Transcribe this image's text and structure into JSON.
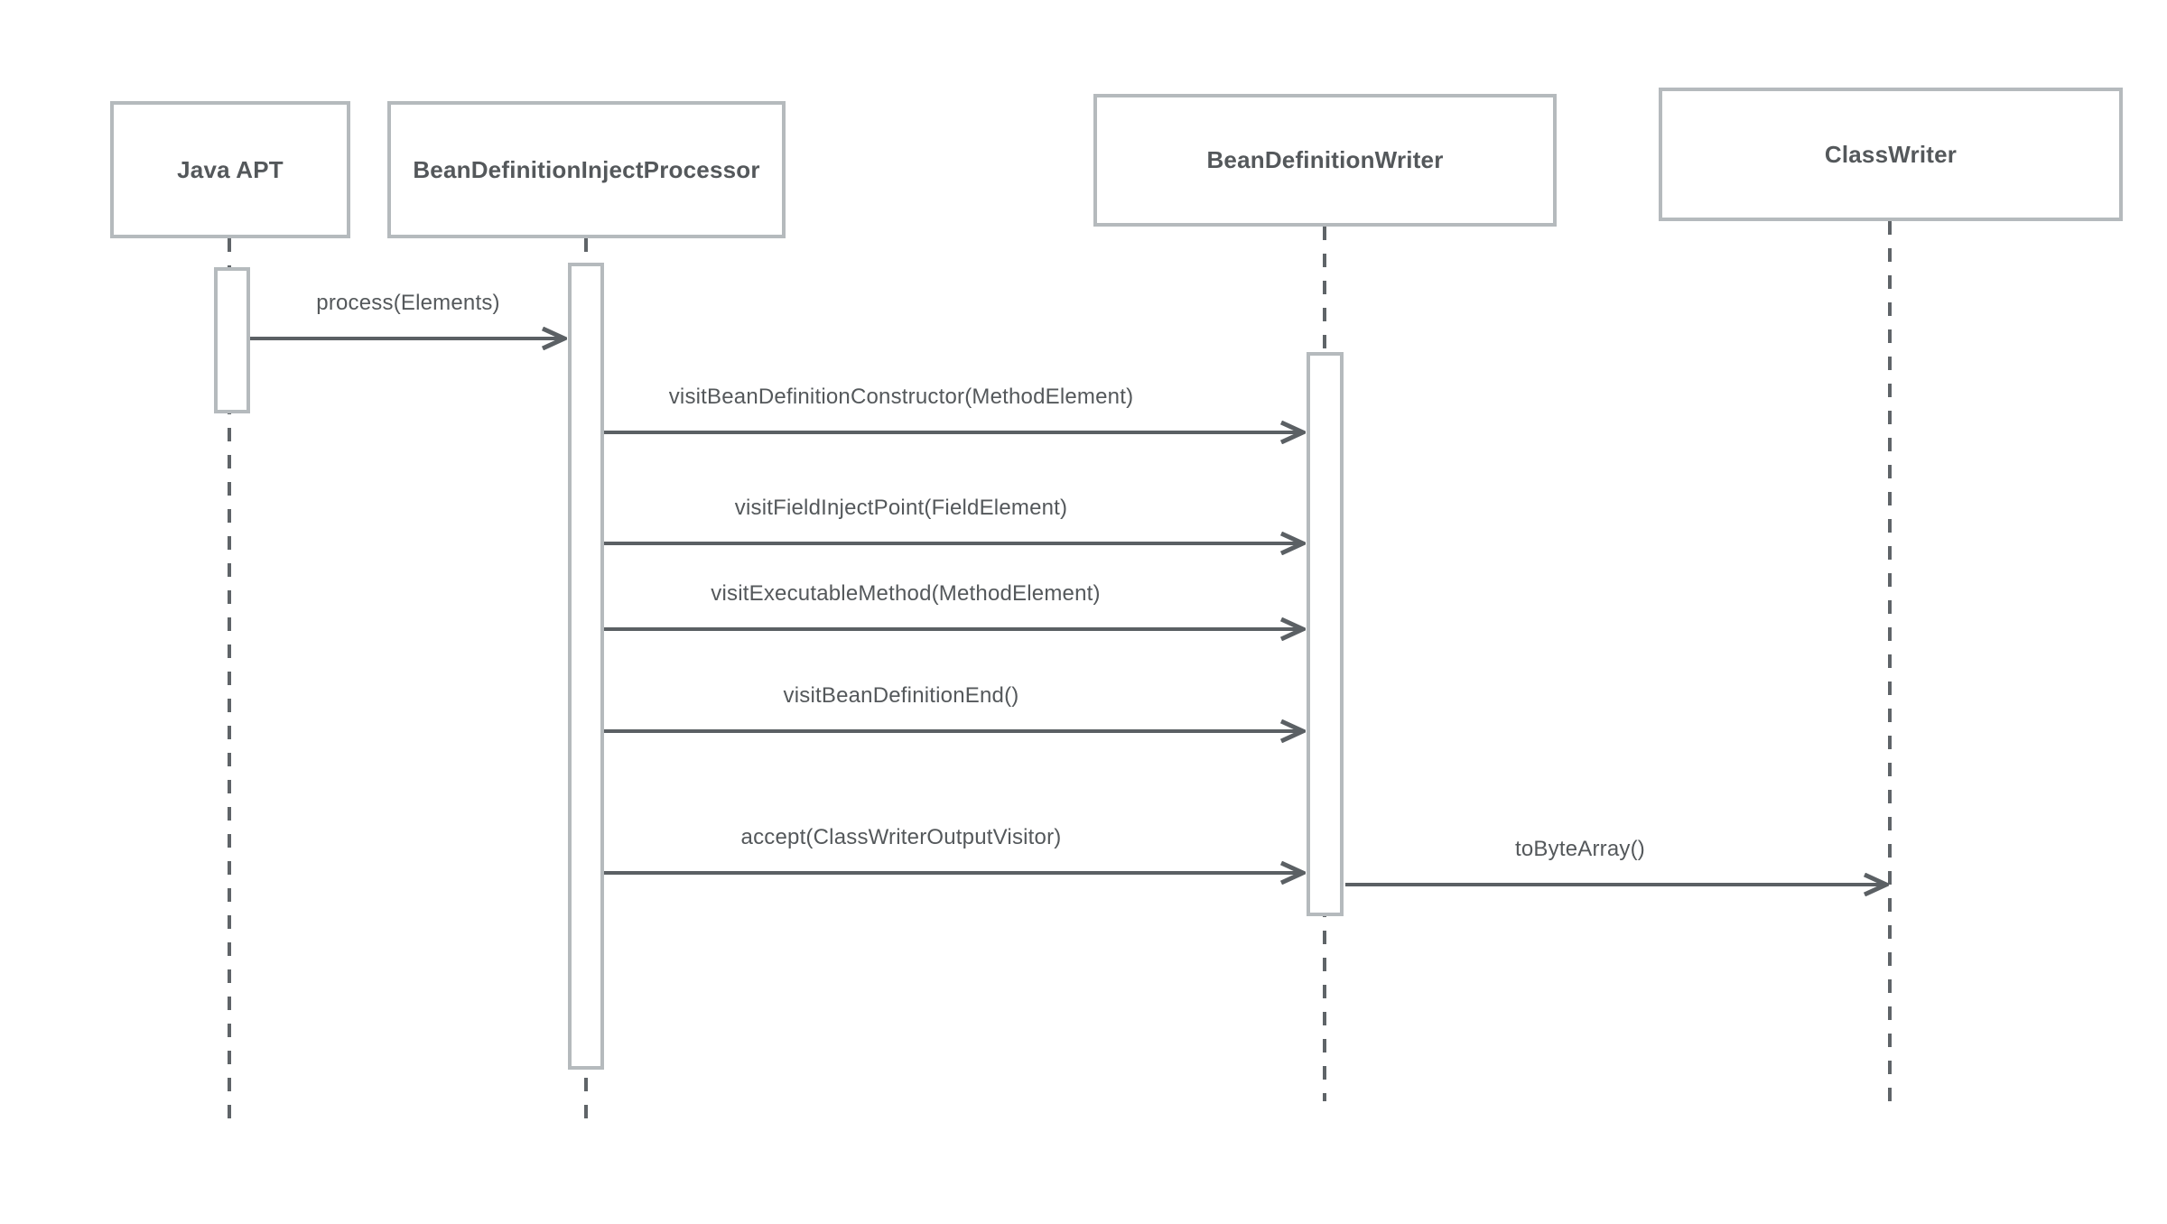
{
  "diagram": {
    "type": "uml-sequence-diagram",
    "background": "#ffffff",
    "colors": {
      "box_border": "#b5babd",
      "box_fill": "#ffffff",
      "lifeline": "#5f6468",
      "arrow": "#5b6064",
      "text": "#54585b"
    },
    "participants": [
      {
        "name": "Java APT"
      },
      {
        "name": "BeanDefinitionInjectProcessor"
      },
      {
        "name": "BeanDefinitionWriter"
      },
      {
        "name": "ClassWriter"
      }
    ],
    "messages": [
      {
        "from": "Java APT",
        "to": "BeanDefinitionInjectProcessor",
        "label": "process(Elements)"
      },
      {
        "from": "BeanDefinitionInjectProcessor",
        "to": "BeanDefinitionWriter",
        "label": "visitBeanDefinitionConstructor(MethodElement)"
      },
      {
        "from": "BeanDefinitionInjectProcessor",
        "to": "BeanDefinitionWriter",
        "label": "visitFieldInjectPoint(FieldElement)"
      },
      {
        "from": "BeanDefinitionInjectProcessor",
        "to": "BeanDefinitionWriter",
        "label": "visitExecutableMethod(MethodElement)"
      },
      {
        "from": "BeanDefinitionInjectProcessor",
        "to": "BeanDefinitionWriter",
        "label": "visitBeanDefinitionEnd()"
      },
      {
        "from": "BeanDefinitionInjectProcessor",
        "to": "BeanDefinitionWriter",
        "label": "accept(ClassWriterOutputVisitor)"
      },
      {
        "from": "BeanDefinitionWriter",
        "to": "ClassWriter",
        "label": "toByteArray()"
      }
    ]
  }
}
